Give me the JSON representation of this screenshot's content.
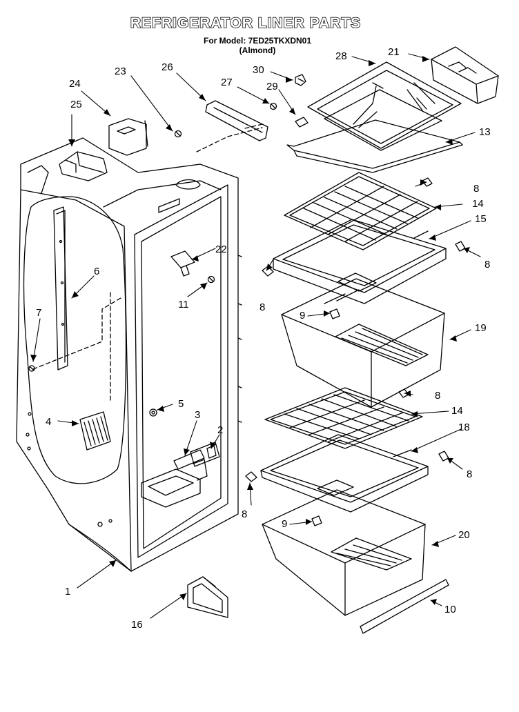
{
  "header": {
    "title": "REFRIGERATOR LINER PARTS",
    "model_line": "For Model: 7ED25TKXDN01",
    "color_line": "(Almond)"
  },
  "callouts": [
    {
      "id": "c1",
      "label": "1"
    },
    {
      "id": "c2",
      "label": "2"
    },
    {
      "id": "c3",
      "label": "3"
    },
    {
      "id": "c4",
      "label": "4"
    },
    {
      "id": "c5",
      "label": "5"
    },
    {
      "id": "c6",
      "label": "6"
    },
    {
      "id": "c7",
      "label": "7"
    },
    {
      "id": "c8a",
      "label": "8"
    },
    {
      "id": "c8b",
      "label": "8"
    },
    {
      "id": "c8c",
      "label": "8"
    },
    {
      "id": "c8d",
      "label": "8"
    },
    {
      "id": "c8e",
      "label": "8"
    },
    {
      "id": "c8f",
      "label": "8"
    },
    {
      "id": "c9a",
      "label": "9"
    },
    {
      "id": "c9b",
      "label": "9"
    },
    {
      "id": "c10",
      "label": "10"
    },
    {
      "id": "c11",
      "label": "11"
    },
    {
      "id": "c13",
      "label": "13"
    },
    {
      "id": "c14a",
      "label": "14"
    },
    {
      "id": "c14b",
      "label": "14"
    },
    {
      "id": "c15",
      "label": "15"
    },
    {
      "id": "c16",
      "label": "16"
    },
    {
      "id": "c18",
      "label": "18"
    },
    {
      "id": "c19",
      "label": "19"
    },
    {
      "id": "c20",
      "label": "20"
    },
    {
      "id": "c21",
      "label": "21"
    },
    {
      "id": "c22",
      "label": "22"
    },
    {
      "id": "c23",
      "label": "23"
    },
    {
      "id": "c24",
      "label": "24"
    },
    {
      "id": "c25",
      "label": "25"
    },
    {
      "id": "c26",
      "label": "26"
    },
    {
      "id": "c27",
      "label": "27"
    },
    {
      "id": "c28",
      "label": "28"
    },
    {
      "id": "c29",
      "label": "29"
    },
    {
      "id": "c30",
      "label": "30"
    }
  ]
}
